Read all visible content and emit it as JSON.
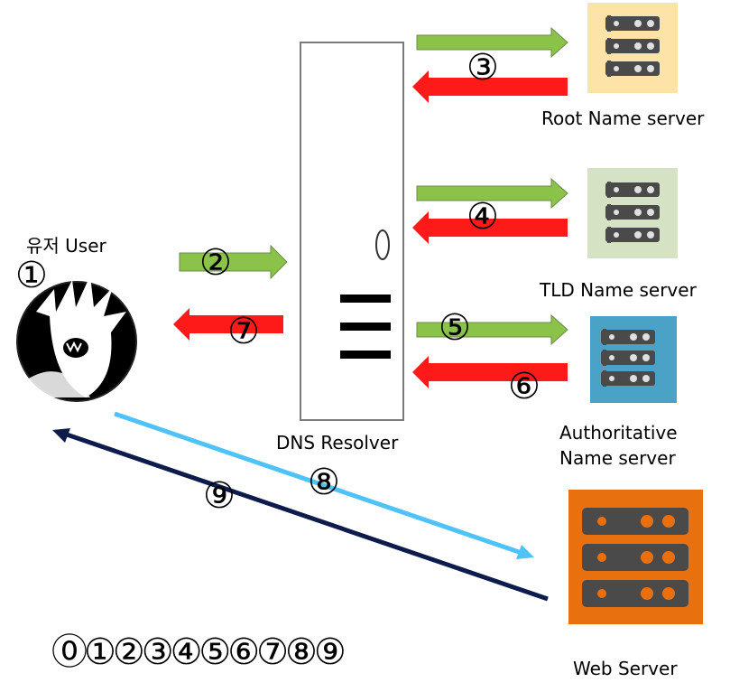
{
  "colors": {
    "request_arrow": "#8bc34a",
    "response_arrow": "#ff1a1a",
    "arrow_outline": "#6d8a4a",
    "user_to_web_arrow": "#4fc3f7",
    "web_to_user_arrow": "#0d1b4d",
    "root_server_bg": "#fde3a7",
    "tld_server_bg": "#d5e2c4",
    "auth_server_bg": "#4aa3c7",
    "web_server_bg": "#e8700f",
    "server_icon": "#4a4a4a"
  },
  "icons": {
    "user": "user-avatar-icon",
    "server": "server-rack-icon",
    "resolver": "resolver-tower-icon"
  },
  "labels": {
    "user": "유저 User",
    "resolver": "DNS Resolver",
    "root": "Root Name server",
    "tld": "TLD Name server",
    "auth_line1": "Authoritative",
    "auth_line2": "Name server",
    "web": "Web Server"
  },
  "steps": {
    "s1": "①",
    "s2": "②",
    "s3": "③",
    "s4": "④",
    "s5": "⑤",
    "s6": "⑥",
    "s7": "⑦",
    "s8": "⑧",
    "s9": "⑨"
  },
  "symbol_row": "⓪①②③④⑤⑥⑦⑧⑨"
}
